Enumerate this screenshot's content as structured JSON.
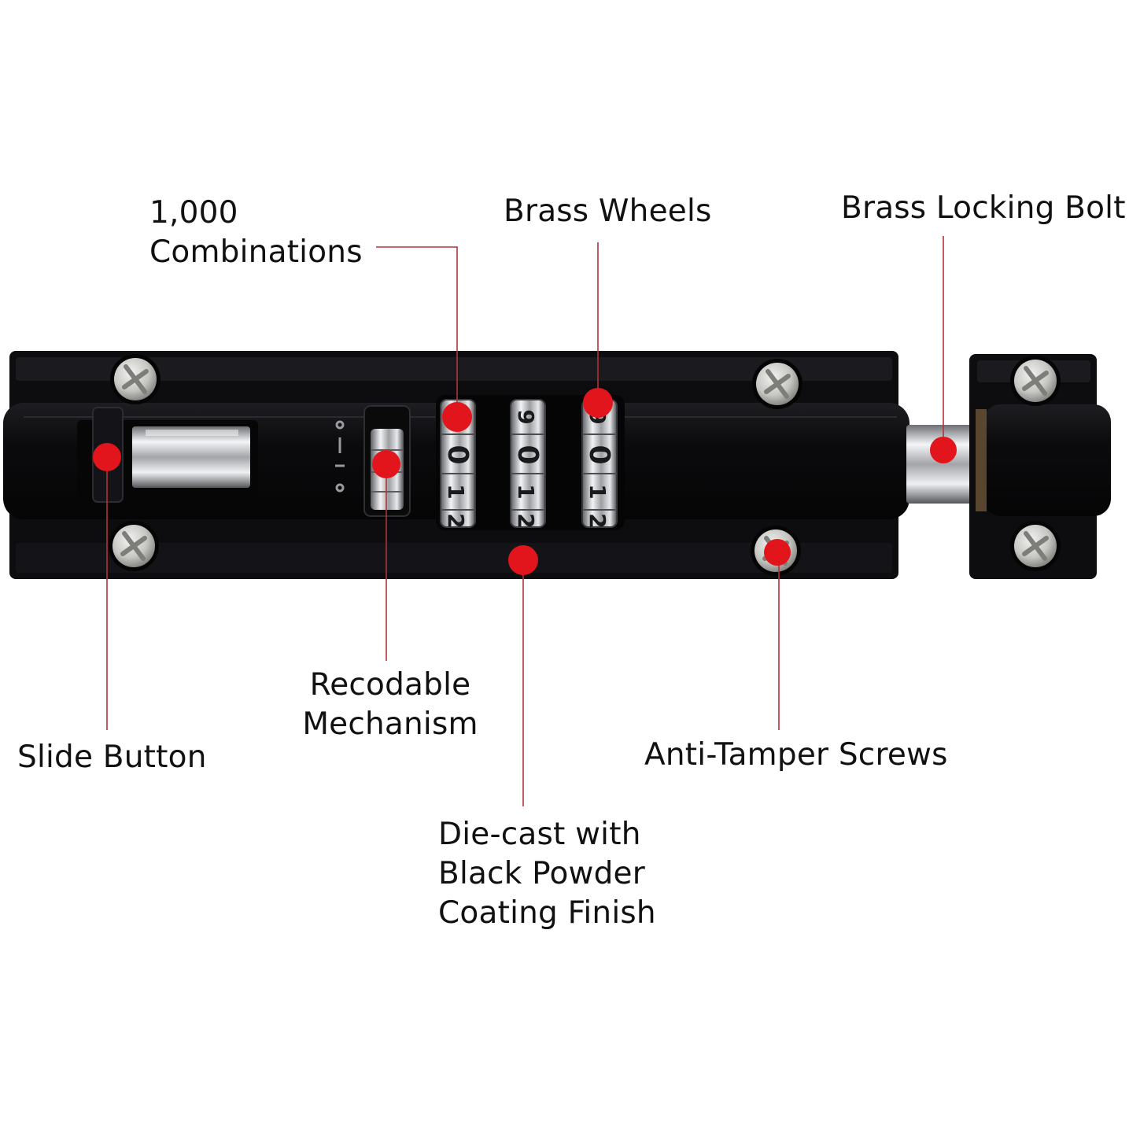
{
  "colors": {
    "leader_line": "#b3323a",
    "marker": "#e3151c",
    "lock_body": "#0d0d0f",
    "chrome": "#c9cbcf",
    "background": "#ffffff"
  },
  "wheel_digits": [
    "9",
    "0",
    "1",
    "2"
  ],
  "callouts": [
    {
      "id": "combinations",
      "lines": [
        "1,000",
        "Combinations"
      ]
    },
    {
      "id": "brass-wheels",
      "lines": [
        "Brass Wheels"
      ]
    },
    {
      "id": "brass-locking-bolt",
      "lines": [
        "Brass Locking Bolt"
      ]
    },
    {
      "id": "slide-button",
      "lines": [
        "Slide Button"
      ]
    },
    {
      "id": "recodable-mechanism",
      "lines": [
        "Recodable",
        "Mechanism"
      ]
    },
    {
      "id": "anti-tamper-screws",
      "lines": [
        "Anti-Tamper Screws"
      ]
    },
    {
      "id": "die-cast-finish",
      "lines": [
        "Die-cast with",
        "Black Powder",
        "Coating Finish"
      ]
    }
  ]
}
